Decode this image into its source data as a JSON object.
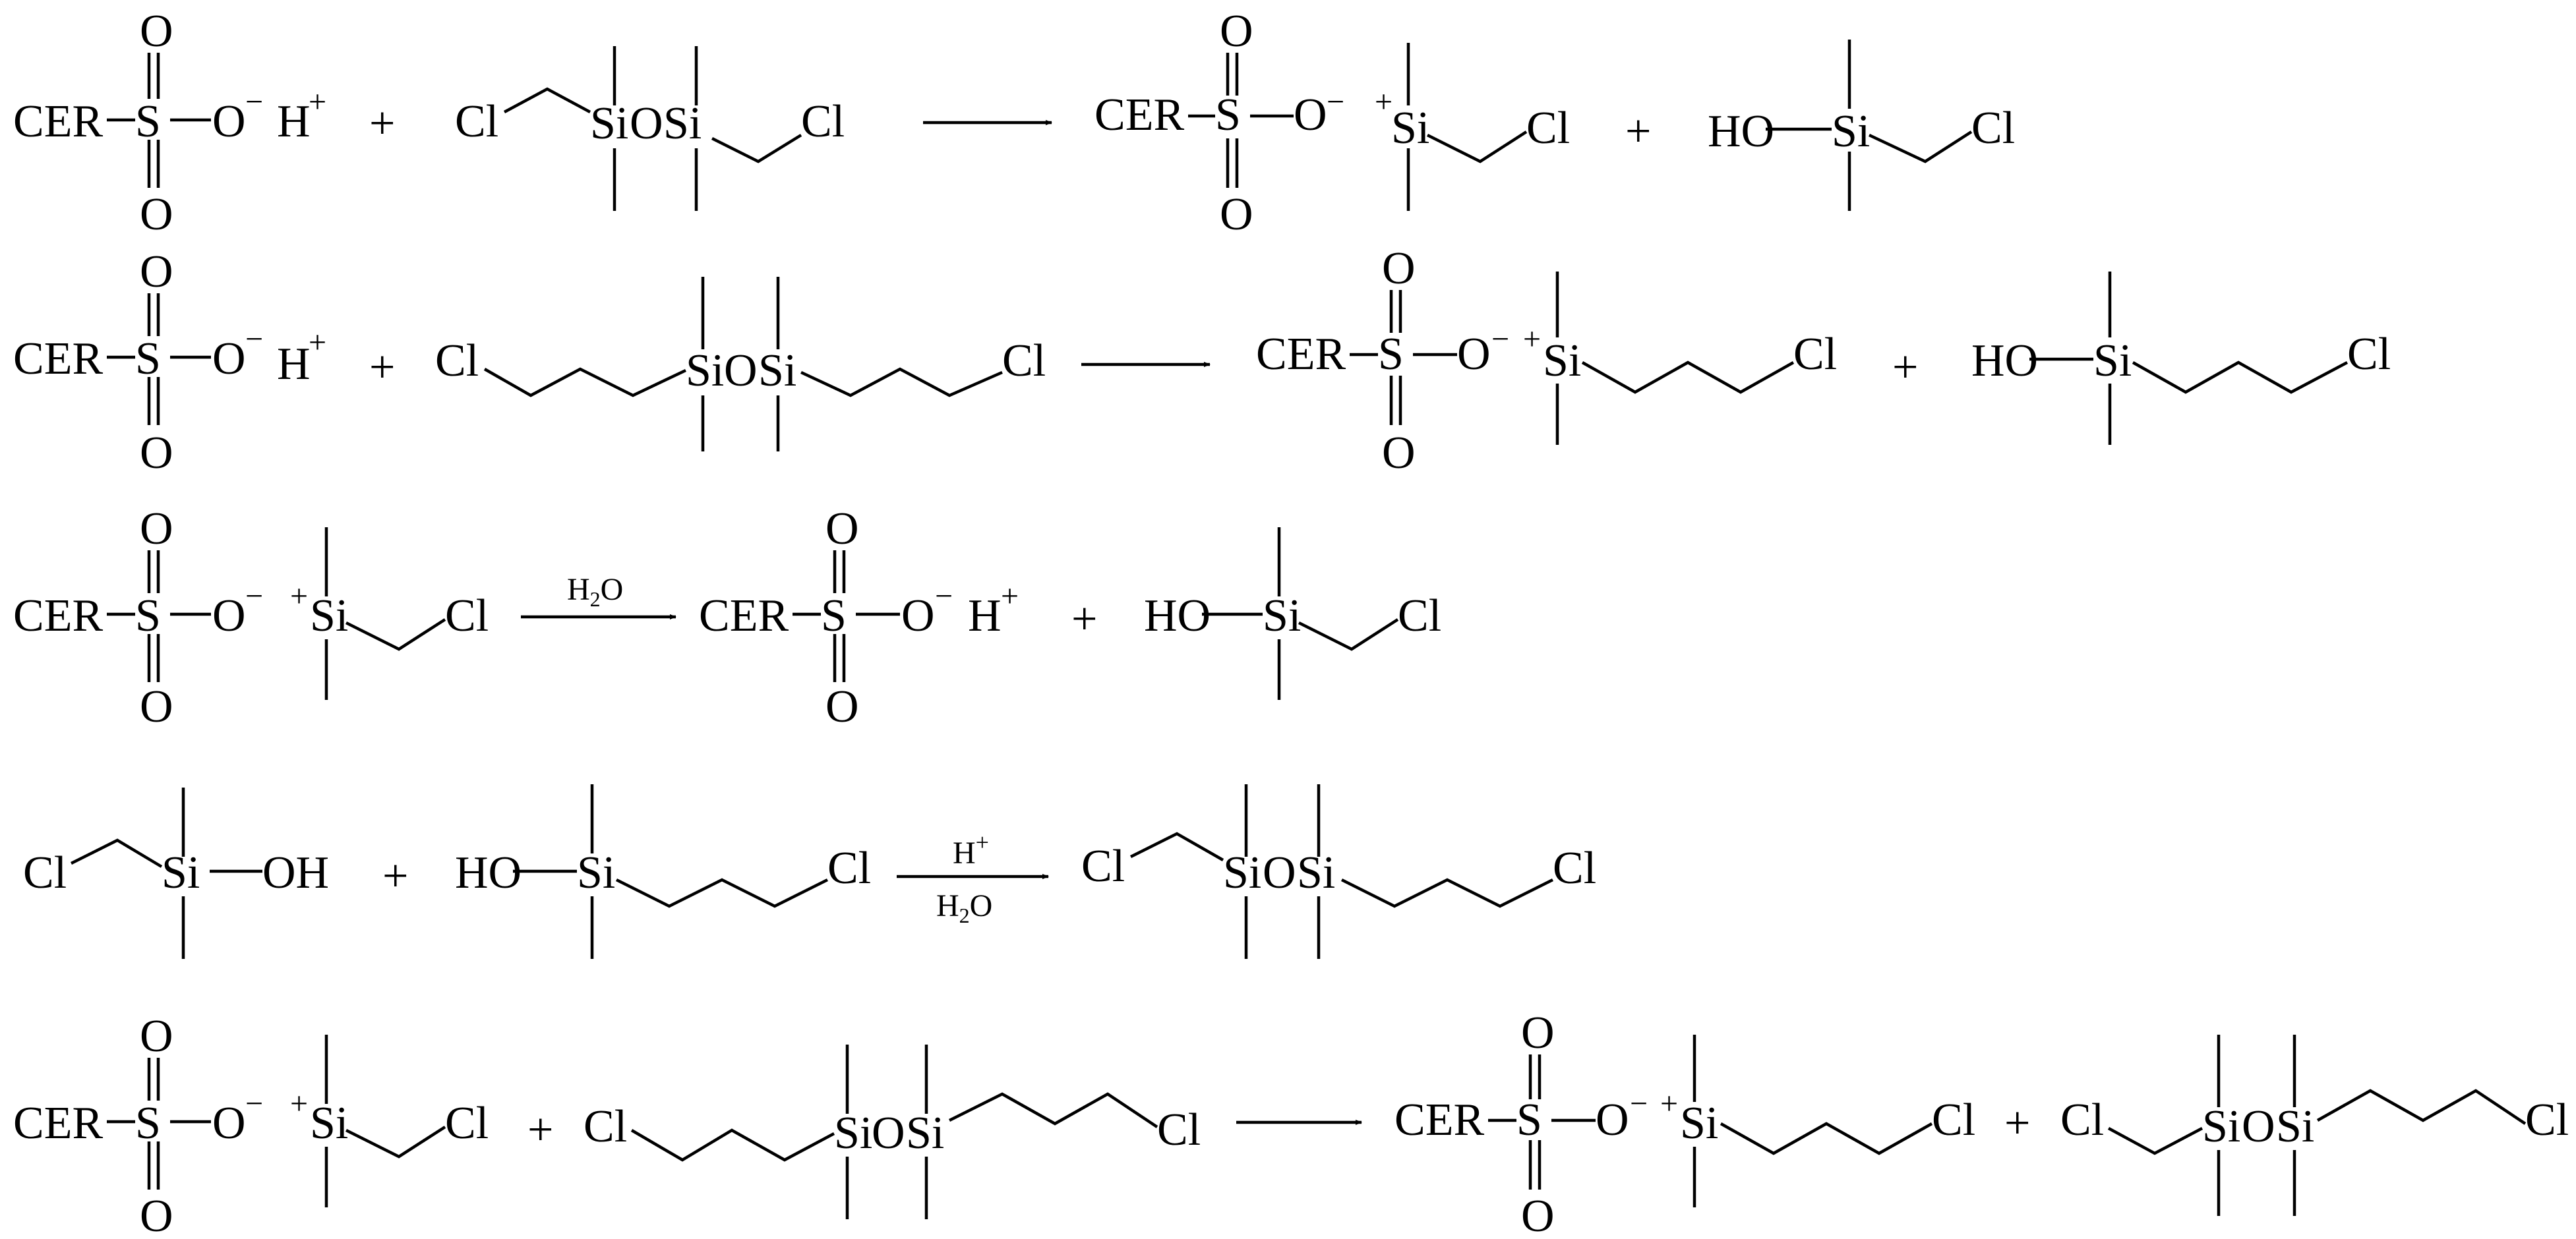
{
  "scheme": {
    "reactions": [
      {
        "id": "r1",
        "reactants": [
          "CER-SO3- H+",
          "ClCH2Me2SiOSiMe2CH2Cl"
        ],
        "products": [
          "CER-SO3- +SiMe2CH2Cl",
          "HO-SiMe2CH2Cl"
        ],
        "conditions": []
      },
      {
        "id": "r2",
        "reactants": [
          "CER-SO3- H+",
          "Cl(CH2)3Me2SiOSiMe2(CH2)3Cl"
        ],
        "products": [
          "CER-SO3- +SiMe2(CH2)3Cl",
          "HO-SiMe2(CH2)3Cl"
        ],
        "conditions": []
      },
      {
        "id": "r3",
        "reactants": [
          "CER-SO3- +SiMe2CH2Cl"
        ],
        "products": [
          "CER-SO3- H+",
          "HO-SiMe2CH2Cl"
        ],
        "conditions": [
          "H2O"
        ]
      },
      {
        "id": "r4",
        "reactants": [
          "ClCH2Me2Si-OH",
          "HO-SiMe2(CH2)3Cl"
        ],
        "products": [
          "ClCH2Me2SiOSiMe2(CH2)3Cl"
        ],
        "conditions": [
          "H+",
          "H2O"
        ]
      },
      {
        "id": "r5",
        "reactants": [
          "CER-SO3- +SiMe2CH2Cl",
          "Cl(CH2)3Me2SiOSiMe2(CH2)3Cl"
        ],
        "products": [
          "CER-SO3- +SiMe2(CH2)3Cl",
          "ClCH2Me2SiOSiMe2(CH2)3Cl"
        ],
        "conditions": []
      }
    ]
  },
  "labels": {
    "CER": "CER",
    "S": "S",
    "O": "O",
    "OH": "OH",
    "HO": "HO",
    "H": "H",
    "H2O_H": "H",
    "H2O_2": "2",
    "H2O_O": "O",
    "Si": "Si",
    "SiO": "SiO",
    "Cl": "Cl",
    "plus": "+",
    "minus": "−",
    "charge_plus": "+"
  }
}
